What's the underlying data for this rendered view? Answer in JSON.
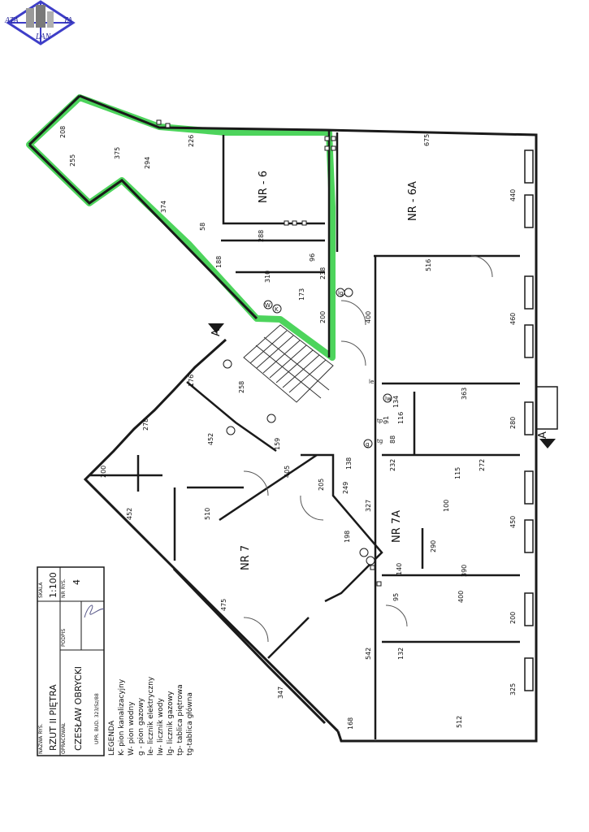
{
  "logo": {
    "text_left": "ATA",
    "text_right": "TA",
    "text_bottom": "LAN",
    "colors": {
      "cross": "#3e3ec8",
      "building": "#8c8c8c"
    }
  },
  "colors": {
    "highlight": "#2ecc40",
    "walls": "#1a1a1a",
    "paper": "#ffffff"
  },
  "rooms": {
    "nr6": "NR - 6",
    "nr6a": "NR - 6A",
    "nr7": "NR 7",
    "nr7a": "NR 7A"
  },
  "dimensions": {
    "d208": "208",
    "d255": "255",
    "d375": "375",
    "d294": "294",
    "d226": "226",
    "d675": "675",
    "d440": "440",
    "d374": "374",
    "d58": "58",
    "d288": "288",
    "d188": "188",
    "d96": "96",
    "d310": "310",
    "d238": "238",
    "d173": "173",
    "d516": "516",
    "d400": "400",
    "d200": "200",
    "d460": "460",
    "d363": "363",
    "d134": "134",
    "d176": "176",
    "d258": "258",
    "d91": "91",
    "d116": "116",
    "d280": "280",
    "d278": "278",
    "d452a": "452",
    "d159": "159",
    "d88": "88",
    "d138": "138",
    "d232": "232",
    "d272": "272",
    "d115": "115",
    "d405": "405",
    "d205": "205",
    "d249": "249",
    "d200b": "200",
    "d452b": "452",
    "d510": "510",
    "d100": "100",
    "d327": "327",
    "d450": "450",
    "d198": "198",
    "d290": "290",
    "d140": "140",
    "d390": "390",
    "d95": "95",
    "d400b": "400",
    "d200c": "200",
    "d475": "475",
    "d542": "542",
    "d132": "132",
    "d325": "325",
    "d347": "347",
    "d168": "168",
    "d512": "512"
  },
  "symbols": {
    "k": "K",
    "w": "W",
    "g": "g",
    "le": "le",
    "lw": "lw",
    "lg": "lg",
    "tg": "tg",
    "tp": "tp"
  },
  "section_marks": {
    "left": "A",
    "right": "A"
  },
  "title_block": {
    "nazwa_label": "NAZWA RYS.",
    "nazwa_value": "RZUT II PIĘTRA",
    "skala_label": "SKALA",
    "skala_value": "1:100",
    "opracowal_label": "OPRACOWAŁ",
    "opracowal_value": "CZESŁAW OBRYCKI",
    "uprawnienia": "UPR. BUD. 323/Sz/88",
    "podpis_label": "PODPIS",
    "nr_rys_label": "NR RYS.",
    "nr_rys_value": "4"
  },
  "legend": {
    "title": "LEGENDA",
    "items": [
      "K- pion kanalizacyjny",
      "W- pion wodny",
      "g - pion gazowy",
      "le- licznik elektryczny",
      "lw- licznik wody",
      "lg- licznik gazowy",
      "tp- tablica piętrowa",
      "tg-tablica główna"
    ]
  }
}
